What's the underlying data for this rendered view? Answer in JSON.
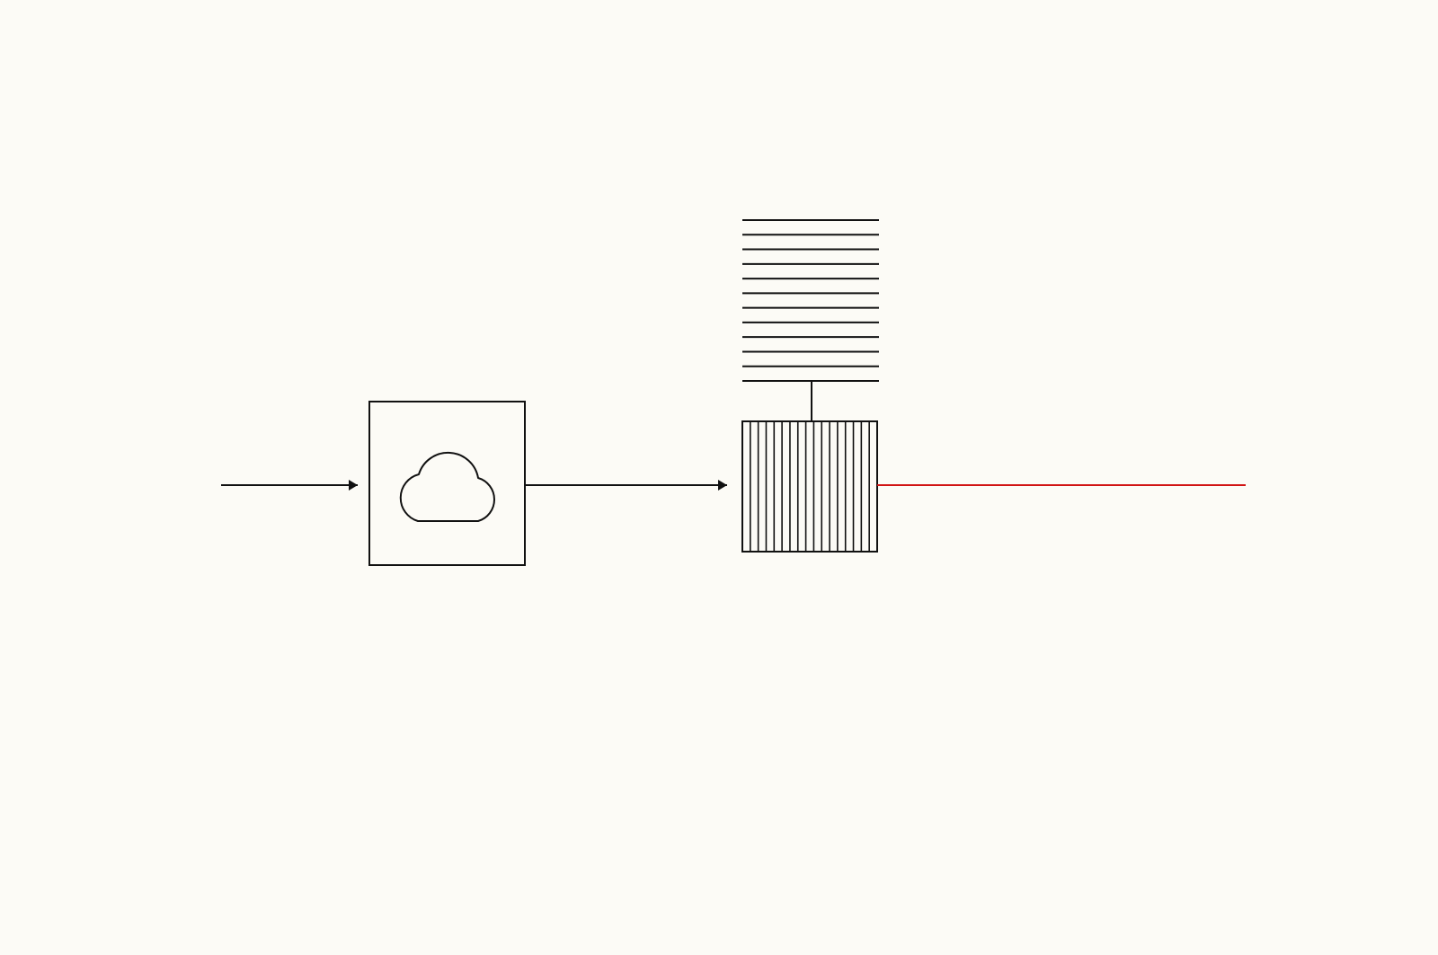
{
  "diagram": {
    "colors": {
      "background": "#fcfbf6",
      "stroke": "#111111",
      "output_line": "#d11414"
    },
    "nodes": [
      {
        "id": "cloud-box",
        "icon": "cloud-icon"
      },
      {
        "id": "striped-block",
        "icon": "vertical-stripes"
      },
      {
        "id": "horizontal-lines-stack",
        "icon": "horizontal-lines"
      }
    ],
    "edges": [
      {
        "from": "input",
        "to": "cloud-box",
        "arrow": true
      },
      {
        "from": "cloud-box",
        "to": "striped-block",
        "arrow": true
      },
      {
        "from": "horizontal-lines-stack",
        "to": "striped-block",
        "arrow": false
      },
      {
        "from": "striped-block",
        "to": "output",
        "arrow": false,
        "color": "#d11414"
      }
    ]
  }
}
